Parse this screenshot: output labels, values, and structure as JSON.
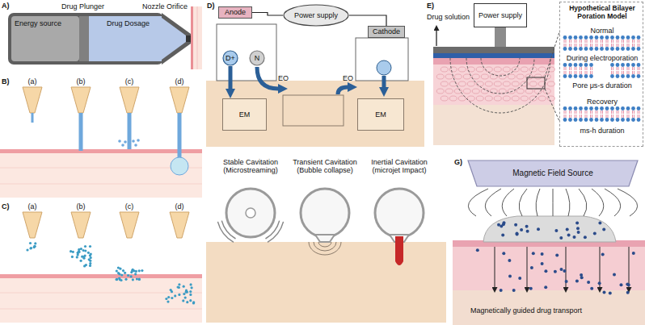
{
  "diagram": {
    "nodes": [
      {
        "text": [
          "Power supply"
        ]
      },
      {
        "text": [
          "Anode"
        ]
      },
      {
        "text": [
          "Cathode"
        ]
      },
      {
        "text": [
          "D+"
        ]
      },
      {
        "text": [
          "N"
        ]
      },
      {
        "text": [
          "EM"
        ]
      },
      {
        "text": [
          "EM"
        ]
      },
      {
        "text": [
          "Power supply"
        ]
      },
      {
        "text": [
          "Hypothetical Bilayer Poration Model",
          "Normal",
          "During electroporation",
          "Pore μs-s duration",
          "Recovery",
          "ms-h duration"
        ]
      },
      {
        "text": [
          "Magnetic Field Source"
        ]
      }
    ],
    "edges": [
      {
        "from": 1,
        "to": 0,
        "arrow": "none"
      },
      {
        "from": 0,
        "to": 2,
        "arrow": "none"
      },
      {
        "from": 3,
        "to": 5,
        "arrow": "to"
      }
    ],
    "labels": [
      "A)",
      "Energy source",
      "Drug Plunger",
      "Drug Dosage",
      "Nozzle Orifice",
      "B)",
      "(a)",
      "(b)",
      "(c)",
      "(d)",
      "C)",
      "(a)",
      "(b)",
      "(c)",
      "(d)",
      "D)",
      "EO",
      "EO",
      "E)",
      "Drug solution",
      "Stable Cavitation (Microstreaming)",
      "Transient Cavitation (Bubble collapse)",
      "Inertial Cavitation (microjet Impact)",
      "G)",
      "Magnetically guided drug transport"
    ]
  }
}
